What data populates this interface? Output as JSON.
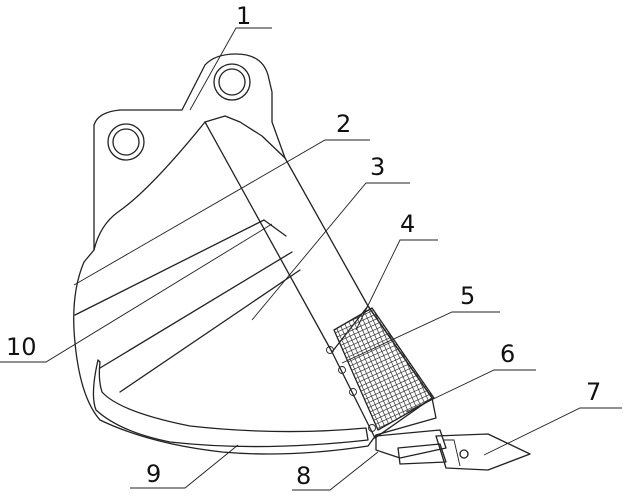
{
  "labels": [
    {
      "id": "1",
      "text": "1"
    },
    {
      "id": "2",
      "text": "2"
    },
    {
      "id": "3",
      "text": "3"
    },
    {
      "id": "4",
      "text": "4"
    },
    {
      "id": "5",
      "text": "5"
    },
    {
      "id": "6",
      "text": "6"
    },
    {
      "id": "7",
      "text": "7"
    },
    {
      "id": "8",
      "text": "8"
    },
    {
      "id": "9",
      "text": "9"
    },
    {
      "id": "10",
      "text": "10"
    }
  ]
}
